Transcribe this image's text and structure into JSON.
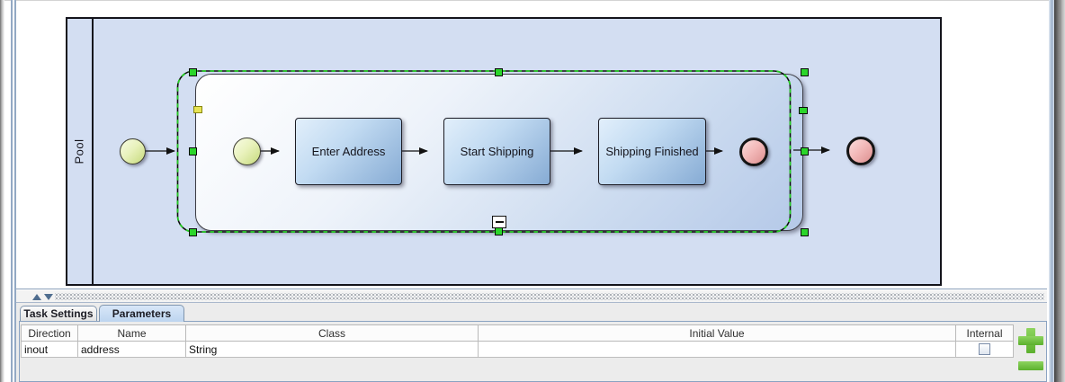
{
  "diagram": {
    "pool_label": "Pool",
    "tasks": [
      {
        "label": "Enter Address"
      },
      {
        "label": "Start Shipping"
      },
      {
        "label": "Shipping Finished"
      }
    ],
    "events": {
      "start_count": 2,
      "end_count": 2
    },
    "subprocess_selected": true,
    "colors": {
      "pool_fill": "#d3def2",
      "task_fill_light": "#e2effb",
      "task_fill_dark": "#86abd4",
      "start_event_fill": "#c6da7c",
      "end_event_fill": "#dd8f8f",
      "selection_handle_green": "#2bd52b",
      "selection_handle_yellow": "#e8e455",
      "add_remove_green": "#6dbf3f"
    }
  },
  "tabs": [
    {
      "label": "Task Settings",
      "selected": false
    },
    {
      "label": "Parameters",
      "selected": true
    }
  ],
  "parameters_table": {
    "columns": [
      "Direction",
      "Name",
      "Class",
      "Initial Value",
      "Internal"
    ],
    "rows": [
      {
        "direction": "inout",
        "name": "address",
        "class": "String",
        "initial_value": "",
        "internal_checked": false
      }
    ]
  },
  "icons": {
    "add": "plus-icon",
    "remove": "minus-icon",
    "collapse_subprocess": "minus-icon",
    "splitter_up": "triangle-up-icon",
    "splitter_down": "triangle-down-icon"
  }
}
